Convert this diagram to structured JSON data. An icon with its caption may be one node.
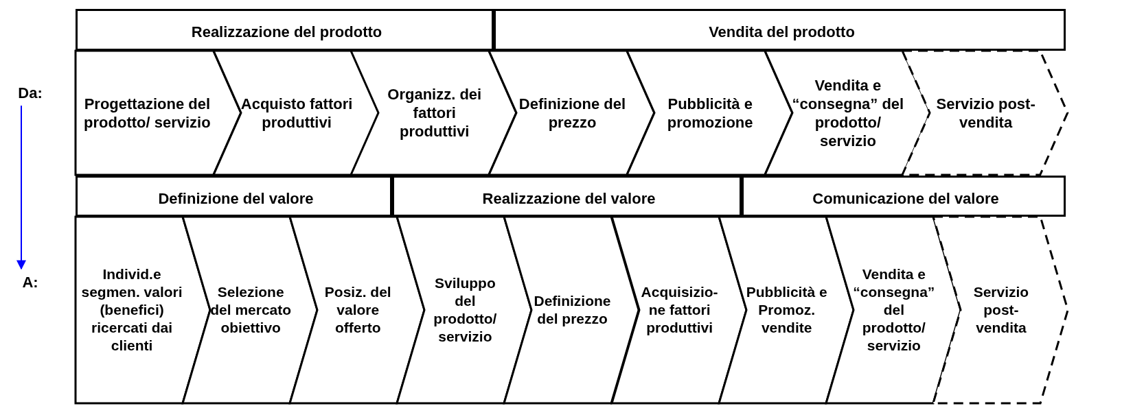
{
  "diagram": {
    "nodes": [
      {
        "text": [
          "Da:"
        ]
      },
      {
        "text": [
          "Realizzazione del prodotto"
        ]
      },
      {
        "text": [
          "Vendita del prodotto"
        ]
      },
      {
        "text": [
          "Progettazione del prodotto/ servizio"
        ]
      },
      {
        "text": [
          "Acquisto fattori produttivi"
        ]
      },
      {
        "text": [
          "Organizz. dei fattori produttivi"
        ]
      },
      {
        "text": [
          "Definizione del prezzo"
        ]
      },
      {
        "text": [
          "Pubblicità e promozione"
        ]
      },
      {
        "text": [
          "Vendita e “consegna” del prodotto/ servizio"
        ]
      },
      {
        "text": [
          "Servizio post- vendita"
        ]
      },
      {
        "text": [
          "A:"
        ]
      },
      {
        "text": [
          "Definizione del valore"
        ]
      },
      {
        "text": [
          "Realizzazione del valore"
        ]
      },
      {
        "text": [
          "Comunicazione del valore"
        ]
      },
      {
        "text": [
          "Individ.e segmen. valori (benefici) ricercati dai clienti"
        ]
      },
      {
        "text": [
          "Selezione del mercato obiettivo"
        ]
      },
      {
        "text": [
          "Posiz. del valore offerto"
        ]
      },
      {
        "text": [
          "Sviluppo del prodotto/ servizio"
        ]
      },
      {
        "text": [
          "Definizione del prezzo"
        ]
      },
      {
        "text": [
          "Acquisizio- ne fattori produttivi"
        ]
      },
      {
        "text": [
          "Pubblicità e Promoz. vendite"
        ]
      },
      {
        "text": [
          "Vendita e “consegna” del prodotto/ servizio"
        ]
      },
      {
        "text": [
          "Servizio post- vendita"
        ]
      }
    ],
    "edges": [
      {
        "from": 0,
        "to": 10,
        "arrow": "to",
        "color": "#0000ff"
      }
    ]
  }
}
